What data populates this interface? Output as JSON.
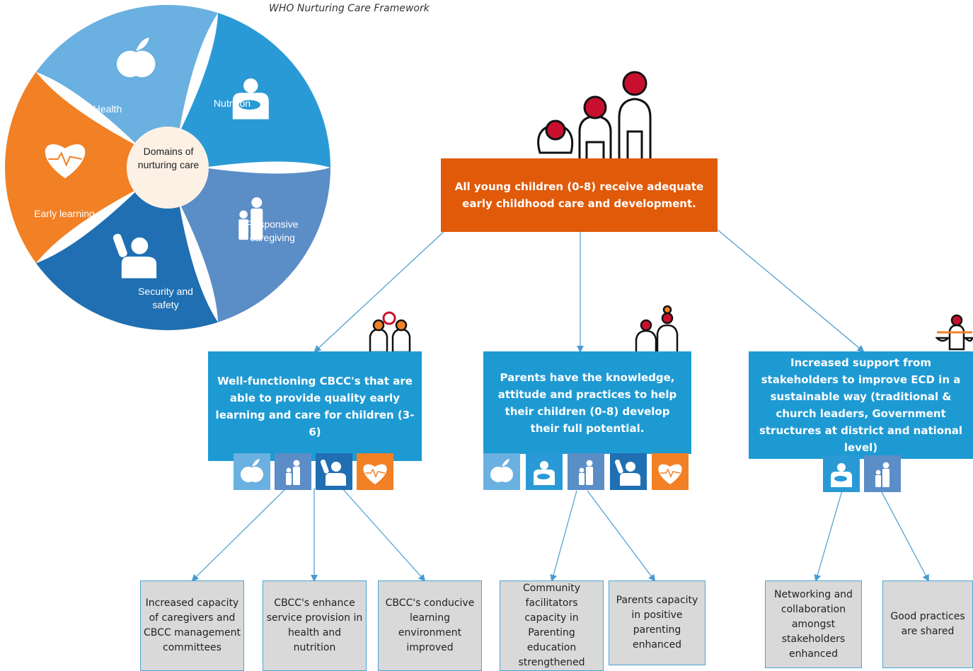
{
  "caption": "WHO Nurturing Care Framework",
  "wheel": {
    "center": "Domains of nurturing care",
    "segments": [
      {
        "key": "health",
        "label": "Health",
        "color": "#f28024",
        "icon": "heart-icon"
      },
      {
        "key": "nutrition",
        "label": "Nutrition",
        "color": "#6ab0e0",
        "icon": "apple-icon"
      },
      {
        "key": "responsive",
        "label": "Responsive caregiving",
        "color": "#2a9ad6",
        "icon": "caregiver-icon"
      },
      {
        "key": "security",
        "label": "Security and safety",
        "color": "#5b8dc7",
        "icon": "family-icon"
      },
      {
        "key": "early",
        "label": "Early learning",
        "color": "#1f6fb2",
        "icon": "raised-hand-icon"
      }
    ]
  },
  "goal": {
    "text": "All young children (0-8) receive adequate early childhood care and development.",
    "icon": "children-group-icon",
    "color": "#e05a0a"
  },
  "outcomes": [
    {
      "text": "Well-functioning CBCC's that are able to provide quality early learning and care for children (3-6)",
      "icon": "playing-children-icon",
      "domains": [
        "nutrition",
        "security",
        "early",
        "health"
      ],
      "outputs": [
        "Increased capacity of caregivers and CBCC management committees",
        "CBCC's enhance service provision in health and nutrition",
        "CBCC's conducive learning environment improved"
      ]
    },
    {
      "text": "Parents have the knowledge, attitude and practices to help their children (0-8) develop their full potential.",
      "icon": "parents-icon",
      "domains": [
        "nutrition",
        "responsive",
        "security",
        "early",
        "health"
      ],
      "outputs": [
        "Community facilitators capacity in Parenting education strengthened",
        "Parents capacity in positive parenting enhanced"
      ]
    },
    {
      "text": "Increased support from stakeholders to improve ECD in a sustainable way (traditional & church leaders, Government structures at district and national level)",
      "icon": "scales-icon",
      "domains": [
        "responsive",
        "security"
      ],
      "outputs": [
        "Networking and collaboration amongst stakeholders enhanced",
        "Good practices are shared"
      ]
    }
  ],
  "colors": {
    "outcome": "#1e9ad3",
    "output_bg": "#d9d9d9",
    "line": "#4a9bd0",
    "head": "#c8102e"
  }
}
